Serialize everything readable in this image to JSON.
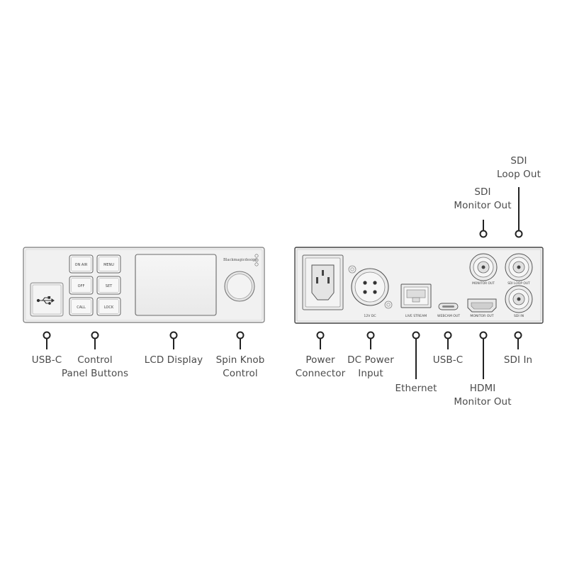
{
  "front_panel": {
    "brand": "Blackmagicdesign",
    "buttons": [
      {
        "id": "on-air",
        "label": "ON AIR"
      },
      {
        "id": "menu",
        "label": "MENU"
      },
      {
        "id": "off",
        "label": "OFF"
      },
      {
        "id": "set",
        "label": "SET"
      },
      {
        "id": "call",
        "label": "CALL"
      },
      {
        "id": "lock",
        "label": "LOCK"
      }
    ],
    "usb_symbol": "usb-icon"
  },
  "rear_panel": {
    "port_labels": {
      "dc": "12V DC",
      "ethernet": "LIVE STREAM",
      "usbc": "WEBCAM OUT",
      "hdmi": "MONITOR OUT",
      "sdi_monitor": "MONITOR OUT",
      "sdi_loop": "SDI LOOP OUT",
      "sdi_in": "SDI IN"
    }
  },
  "callouts": {
    "usb_c_front": "USB-C",
    "control_buttons": "Control\nPanel Buttons",
    "lcd_display": "LCD Display",
    "spin_knob": "Spin Knob\nControl",
    "power_connector": "Power\nConnector",
    "dc_power_input": "DC Power\nInput",
    "ethernet": "Ethernet",
    "usb_c_rear": "USB-C",
    "hdmi_monitor_out": "HDMI\nMonitor Out",
    "sdi_in": "SDI In",
    "sdi_monitor_out": "SDI\nMonitor Out",
    "sdi_loop_out": "SDI\nLoop Out"
  },
  "colors": {
    "panel_fill": "#f2f2f2",
    "panel_stroke": "#7a7a7a",
    "line": "#222222",
    "text": "#4a4a4a"
  }
}
